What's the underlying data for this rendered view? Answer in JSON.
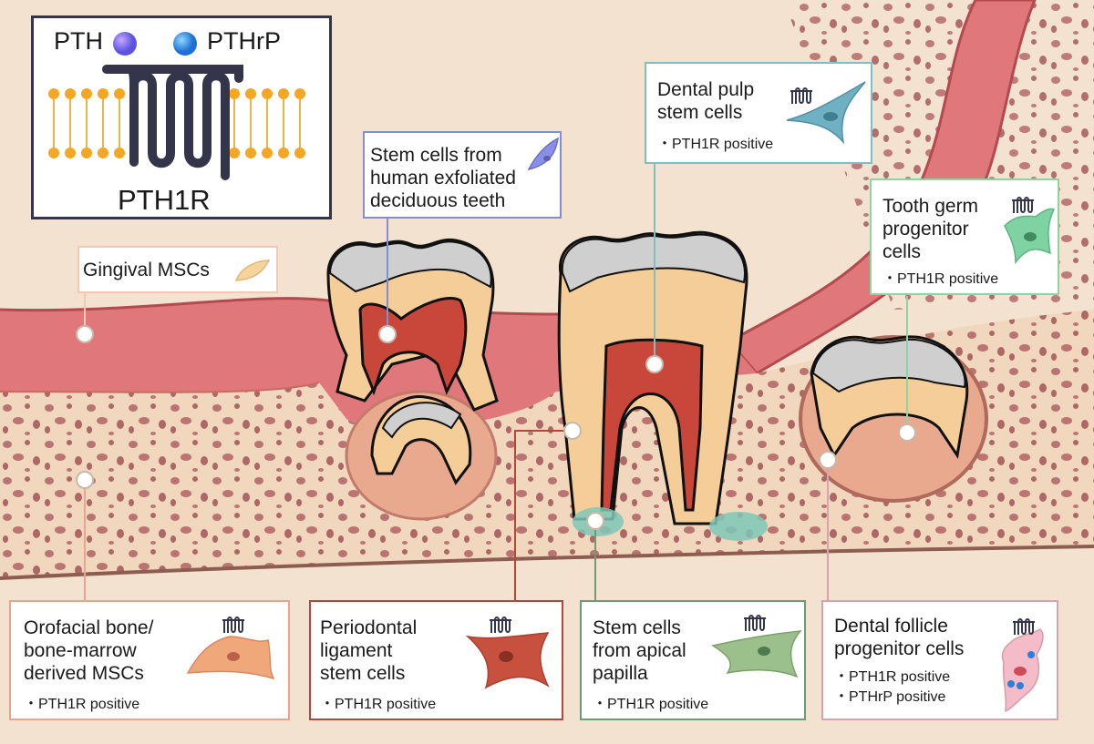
{
  "legend": {
    "ligand_1": "PTH",
    "ligand_2": "PTHrP",
    "receptor": "PTH1R"
  },
  "cells": {
    "gingival": {
      "title": "Gingival MSCs"
    },
    "shed": {
      "title": "Stem cells from\nhuman exfoliated\ndeciduous teeth"
    },
    "dpsc": {
      "title": "Dental pulp\nstem cells",
      "note": "・PTH1R positive"
    },
    "tgpc": {
      "title": "Tooth germ\nprogenitor\ncells",
      "note": "・PTH1R positive"
    },
    "bmmsc": {
      "title": "Orofacial bone/\nbone-marrow\nderived MSCs",
      "note": "・PTH1R positive"
    },
    "pdlsc": {
      "title": "Periodontal\nligament\nstem cells",
      "note": "・PTH1R positive"
    },
    "scap": {
      "title": "Stem cells\nfrom apical\npapilla",
      "note": "・PTH1R positive"
    },
    "dfpc": {
      "title": "Dental follicle\nprogenitor cells",
      "note": "・PTH1R positive\n・PTHrP positive"
    }
  },
  "colors": {
    "bone": "#f3e2cf",
    "gum": "#e0777a",
    "pulp": "#c9473a",
    "dentin": "#f5cd98",
    "enamel": "#cfcfcf",
    "bmmsc_border": "#e7a58c",
    "pdlsc_border": "#b2473c",
    "scap_border": "#6f9a72",
    "dfpc_border": "#d6a3ae",
    "dpsc_border": "#7fbfbf",
    "tgpc_border": "#8fd3a3",
    "shed_border": "#7f8fcf",
    "gingival_border": "#f3c9b2"
  }
}
